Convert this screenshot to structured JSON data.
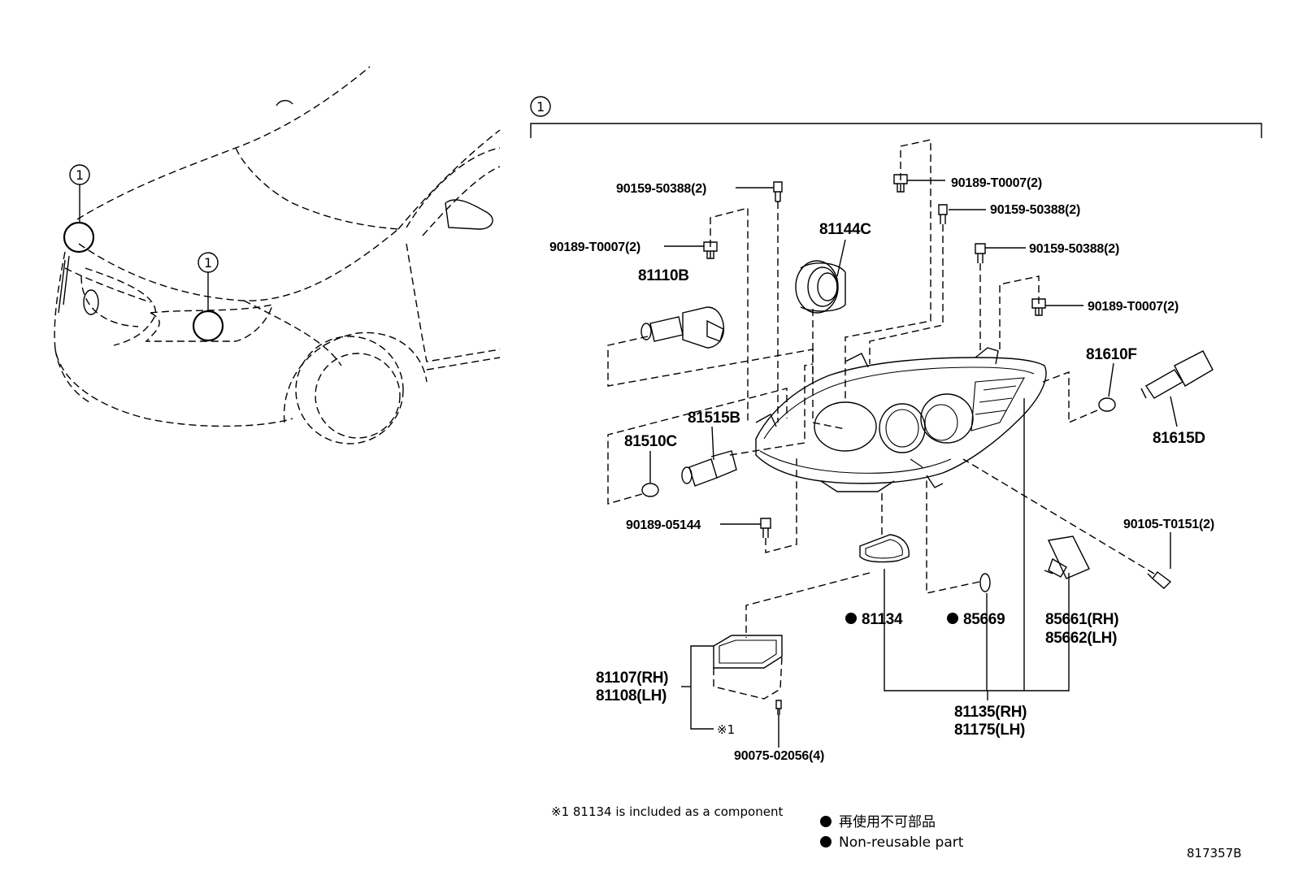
{
  "callouts": {
    "vehicle_top": "1",
    "vehicle_lamp": "1",
    "group": "1"
  },
  "parts": {
    "p90159_50388_a": "90159-50388(2)",
    "p90189_T0007_a": "90189-T0007(2)",
    "p81110B": "81110B",
    "p81144C": "81144C",
    "p90189_T0007_b": "90189-T0007(2)",
    "p90159_50388_b": "90159-50388(2)",
    "p90159_50388_c": "90159-50388(2)",
    "p90189_T0007_c": "90189-T0007(2)",
    "p81610F": "81610F",
    "p81615D": "81615D",
    "p81515B": "81515B",
    "p81510C": "81510C",
    "p90189_05144": "90189-05144",
    "p90105_T0151": "90105-T0151(2)",
    "p81134": "81134",
    "p85669": "85669",
    "p85661": "85661(RH)",
    "p85662": "85662(LH)",
    "p81107": "81107(RH)",
    "p81108": "81108(LH)",
    "p81135": "81135(RH)",
    "p81175": "81175(LH)",
    "p90075_02056": "90075-02056(4)",
    "ref_mark": "※1"
  },
  "notes": {
    "footnote": "※1 81134 is included as a component",
    "legend_jp": "再使用不可部品",
    "legend_en": "Non-reusable part"
  },
  "diagram_code": "817357B",
  "colors": {
    "ink": "#000000",
    "paper": "#ffffff"
  }
}
